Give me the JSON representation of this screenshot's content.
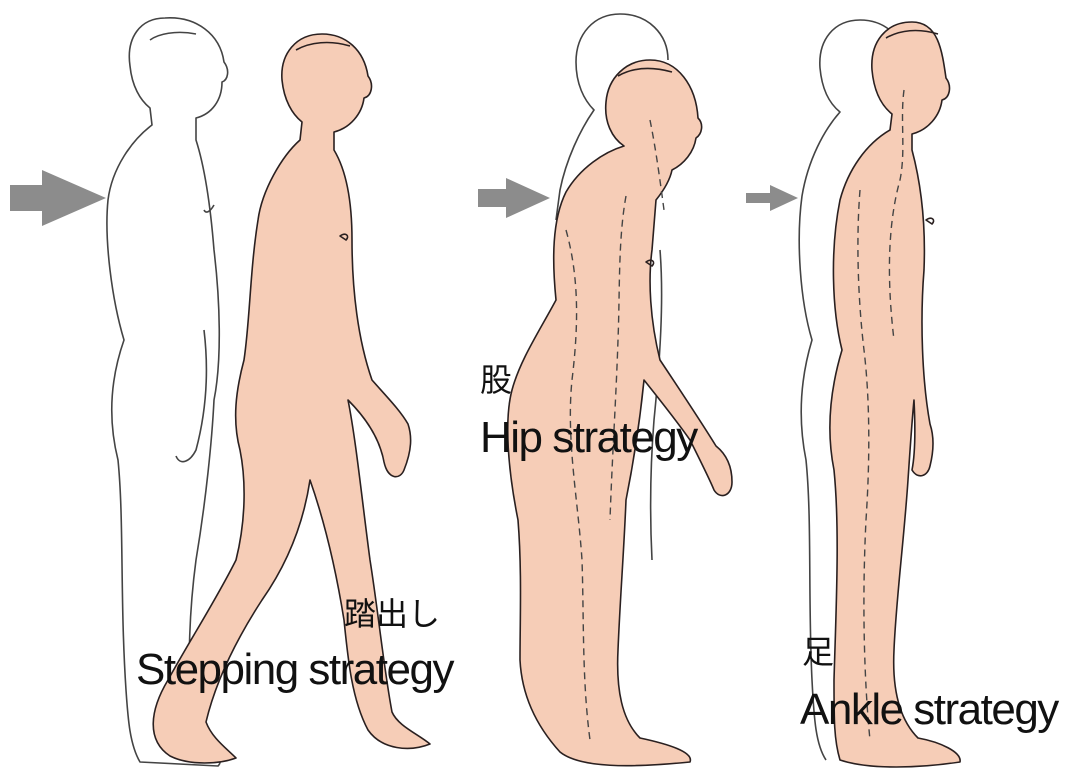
{
  "colors": {
    "skin": "#f6cdb7",
    "skin_stroke": "#2a2020",
    "ghost_stroke": "#444444",
    "arrow": "#8c8c8c"
  },
  "panels": {
    "stepping": {
      "jp": "踏出し",
      "en": "Stepping strategy",
      "push": "large"
    },
    "hip": {
      "jp": "股",
      "en": "Hip strategy",
      "push": "medium"
    },
    "ankle": {
      "jp": "足",
      "en": "Ankle strategy",
      "push": "small"
    }
  }
}
